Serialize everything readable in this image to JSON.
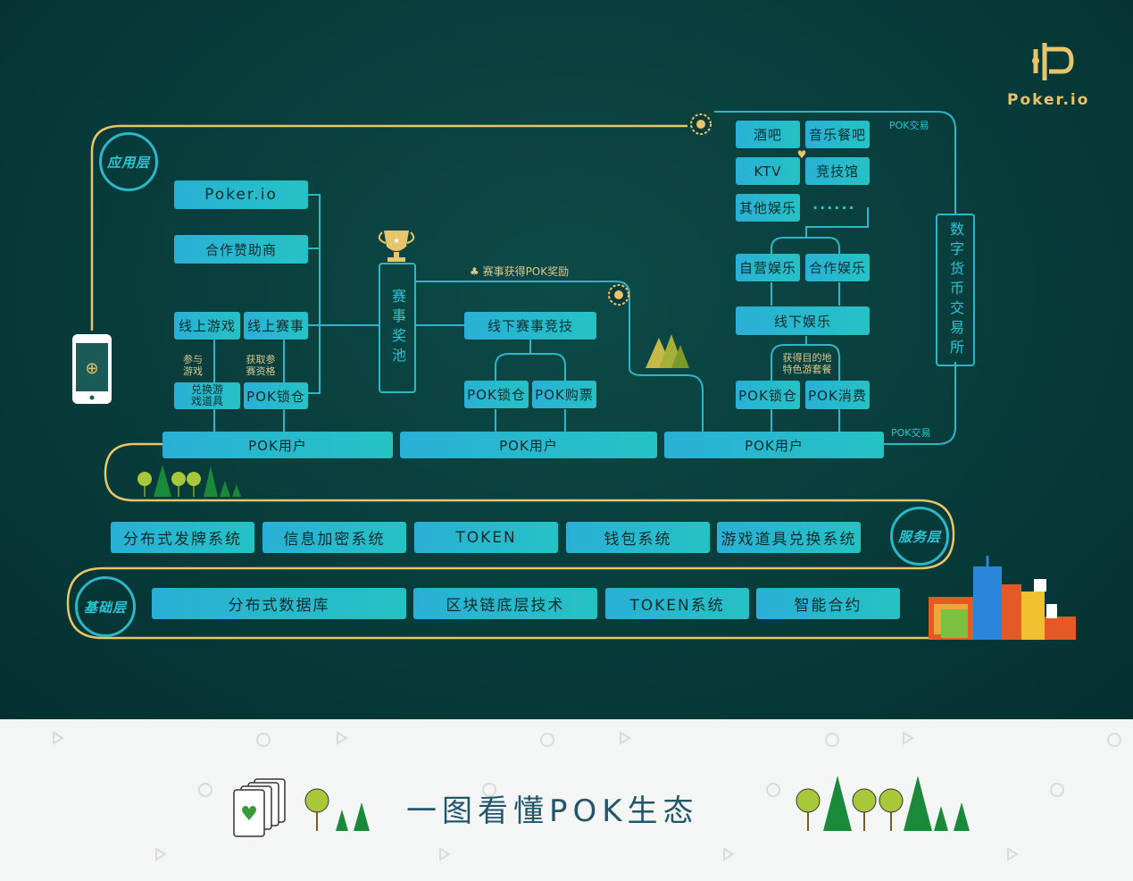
{
  "brand": {
    "name": "Poker.io"
  },
  "layers": {
    "app": "应用层",
    "service": "服务层",
    "base": "基础层"
  },
  "app_left": {
    "poker_io": "Poker.io",
    "sponsor": "合作赞助商",
    "online_game": "线上游戏",
    "online_match": "线上赛事",
    "note_join": "参与\n游戏",
    "note_qualify": "获取参\n赛资格",
    "redeem_items": "兑换游\n戏道具",
    "pok_lock": "POK锁仓"
  },
  "pool": {
    "label": "赛事奖池",
    "reward_note": "♣ 赛事获得POK奖励"
  },
  "offline_match": {
    "title": "线下赛事竞技",
    "pok_lock": "POK锁仓",
    "pok_ticket": "POK购票"
  },
  "entertainment": {
    "bar": "酒吧",
    "music_bar": "音乐餐吧",
    "ktv": "KTV",
    "arena": "竞技馆",
    "other": "其他娱乐",
    "dots": "......",
    "self_run": "自营娱乐",
    "partner": "合作娱乐",
    "offline": "线下娱乐",
    "note_dest": "获得目的地\n特色游套餐",
    "pok_lock": "POK锁仓",
    "pok_consume": "POK消费"
  },
  "exchange": {
    "label": "数字货币交易所",
    "trade_top": "POK交易",
    "trade_bottom": "POK交易"
  },
  "users": [
    "POK用户",
    "POK用户",
    "POK用户"
  ],
  "service_items": [
    "分布式发牌系统",
    "信息加密系统",
    "TOKEN",
    "钱包系统",
    "游戏道具兑换系统"
  ],
  "base_items": [
    "分布式数据库",
    "区块链底层技术",
    "TOKEN系统",
    "智能合约"
  ],
  "footer": {
    "title": "一图看懂POK生态"
  },
  "colors": {
    "bg": "#073b3a",
    "accent": "#e8c56a",
    "teal": "#2bb7c8",
    "box": "#2ab0d6"
  }
}
